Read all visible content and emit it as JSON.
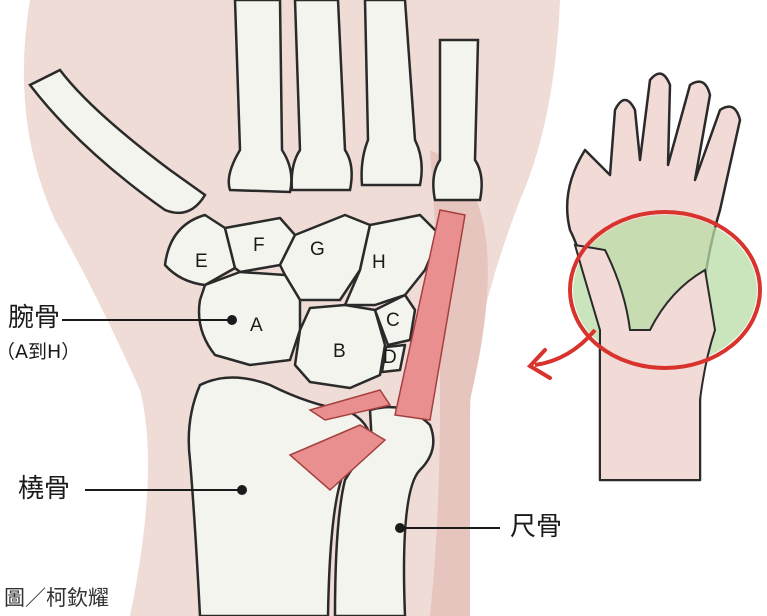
{
  "labels": {
    "carpals": "腕骨",
    "carpals_range": "（A到H）",
    "radius": "橈骨",
    "ulna": "尺骨",
    "credit": "圖／柯欽耀"
  },
  "bones": [
    "A",
    "B",
    "C",
    "D",
    "E",
    "F",
    "G",
    "H"
  ],
  "colors": {
    "skin": "#f0dcd6",
    "skin_shadow": "#e5c5bd",
    "bone": "#f4f4ef",
    "bone_outline": "#2a2a2a",
    "ligament": "#e98f8f",
    "ring": "#d8332c",
    "glow": "#b8dca4"
  }
}
